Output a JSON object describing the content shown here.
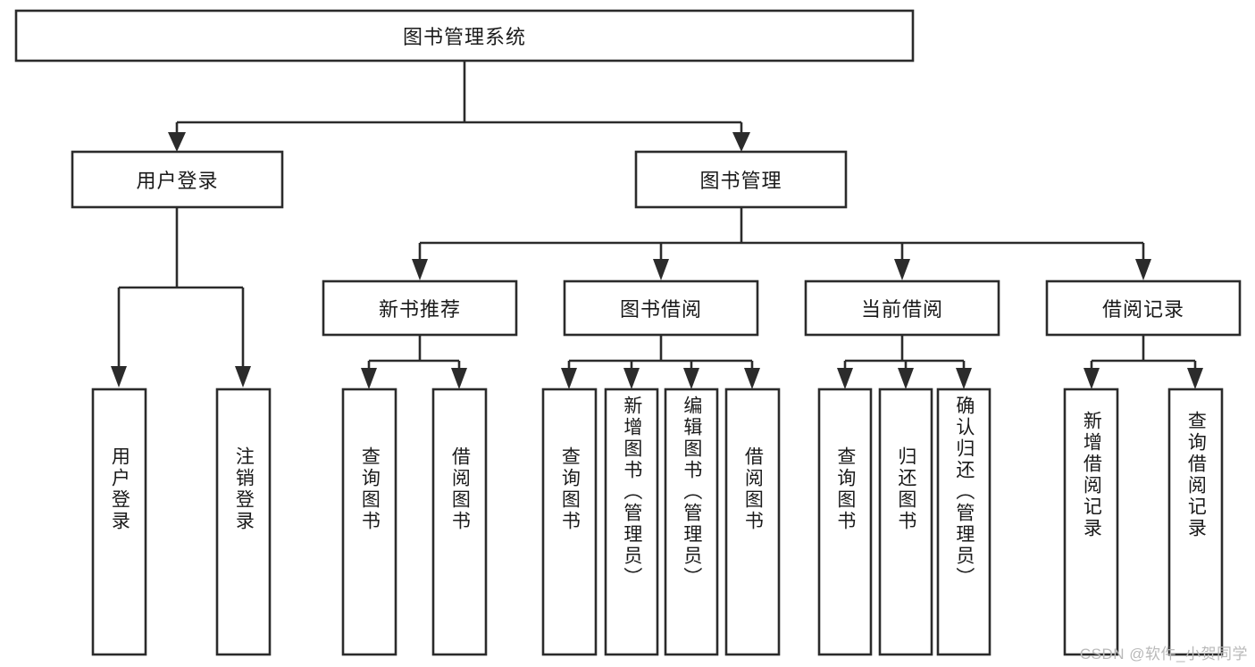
{
  "diagram": {
    "type": "tree",
    "title": "图书管理系统",
    "root": {
      "label": "图书管理系统",
      "orientation": "horizontal"
    },
    "level2": [
      {
        "label": "用户登录",
        "orientation": "horizontal"
      },
      {
        "label": "图书管理",
        "orientation": "horizontal"
      }
    ],
    "level3": [
      {
        "label": "新书推荐",
        "orientation": "horizontal"
      },
      {
        "label": "图书借阅",
        "orientation": "horizontal"
      },
      {
        "label": "当前借阅",
        "orientation": "horizontal"
      },
      {
        "label": "借阅记录",
        "orientation": "horizontal"
      }
    ],
    "leaves_user_login": [
      {
        "label": "用户登录",
        "orientation": "vertical"
      },
      {
        "label": "注销登录",
        "orientation": "vertical"
      }
    ],
    "leaves_new_books": [
      {
        "label": "查询图书",
        "orientation": "vertical"
      },
      {
        "label": "借阅图书",
        "orientation": "vertical"
      }
    ],
    "leaves_book_borrow": [
      {
        "label": "查询图书",
        "orientation": "vertical"
      },
      {
        "label": "新增图书（管理员）",
        "orientation": "vertical"
      },
      {
        "label": "编辑图书（管理员）",
        "orientation": "vertical"
      },
      {
        "label": "借阅图书",
        "orientation": "vertical"
      }
    ],
    "leaves_current_borrow": [
      {
        "label": "查询图书",
        "orientation": "vertical"
      },
      {
        "label": "归还图书",
        "orientation": "vertical"
      },
      {
        "label": "确认归还（管理员）",
        "orientation": "vertical"
      }
    ],
    "leaves_borrow_record": [
      {
        "label": "新增借阅记录",
        "orientation": "vertical"
      },
      {
        "label": "查询借阅记录",
        "orientation": "vertical"
      }
    ]
  },
  "watermark": {
    "text": "CSDN @软件_小贺同学"
  },
  "colors": {
    "stroke": "#2b2b2b",
    "fill": "#ffffff",
    "text": "#1a1a1a",
    "watermark": "#b9b9b9",
    "background": "#ffffff"
  }
}
